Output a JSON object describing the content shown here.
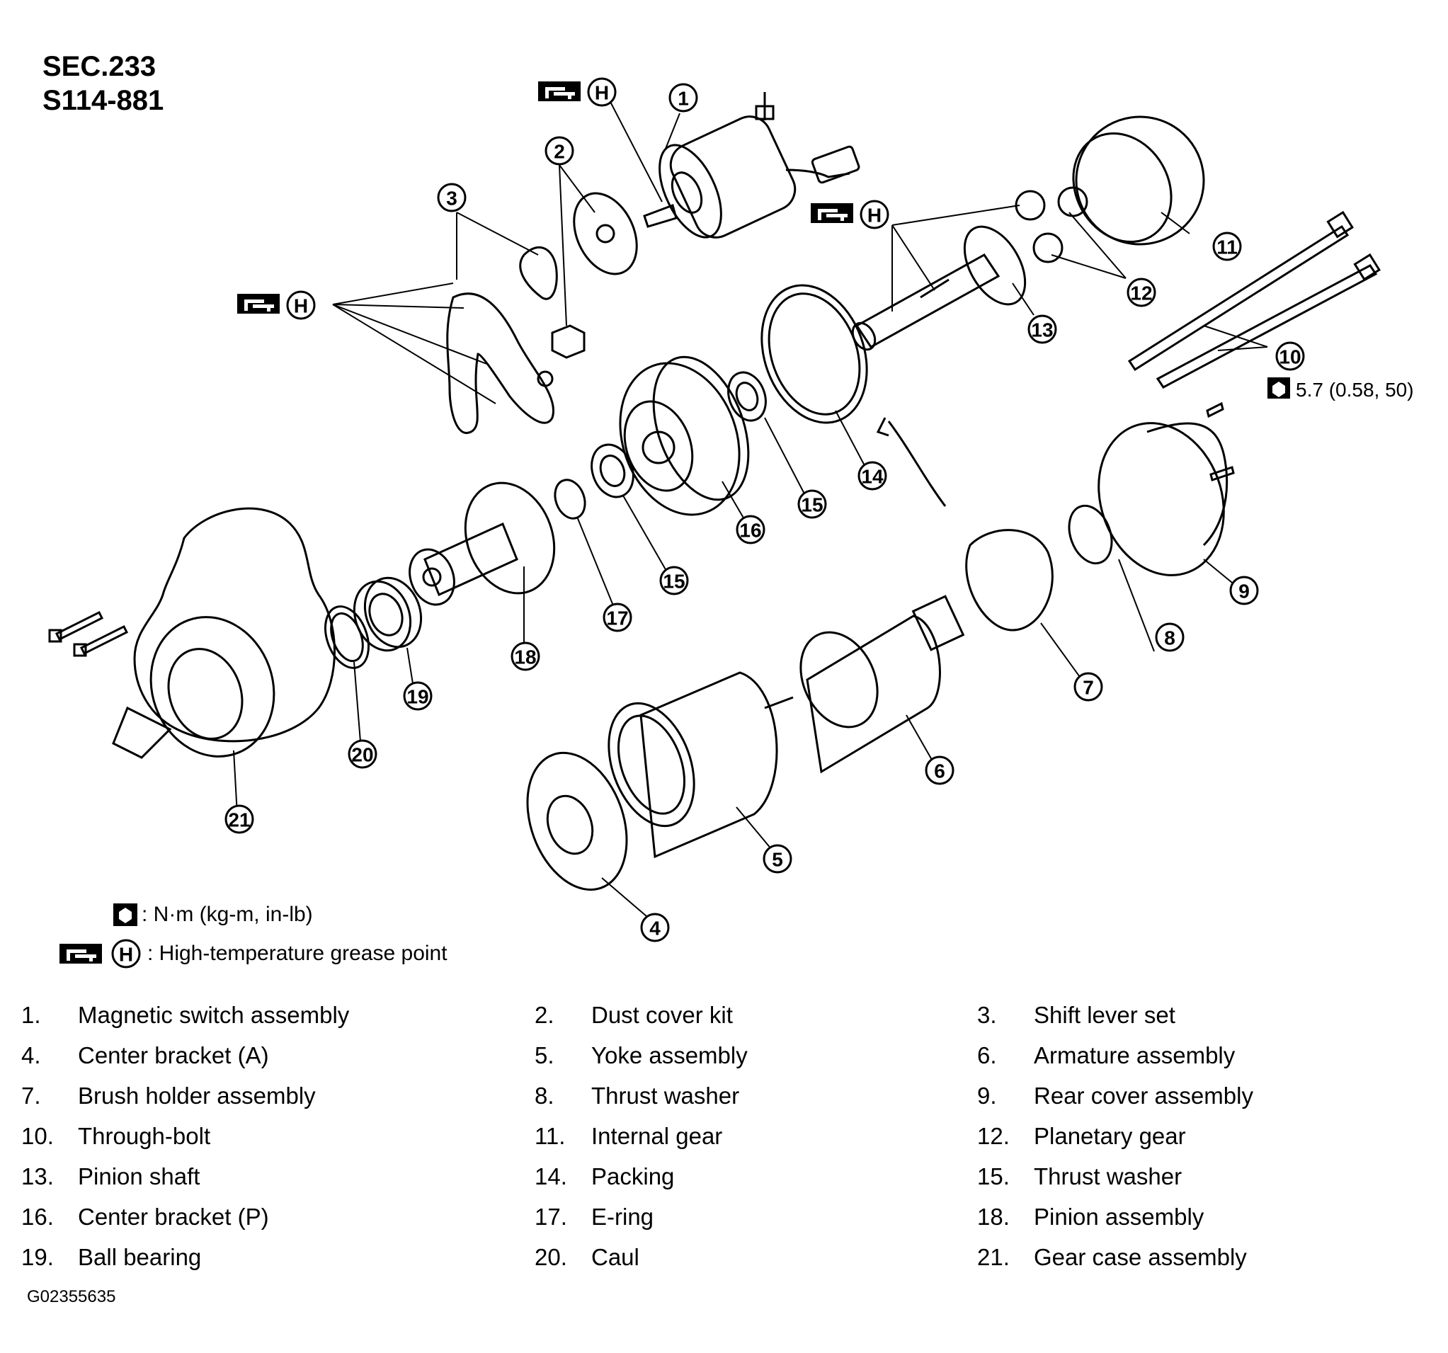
{
  "header": {
    "section": "SEC.233",
    "model": "S114-881"
  },
  "grease_symbol_letter": "H",
  "torque_value": "5.7 (0.58, 50)",
  "legend": {
    "torque_unit": ": N·m (kg-m, in-lb)",
    "grease": ": High-temperature grease point"
  },
  "callouts": [
    "1",
    "2",
    "3",
    "4",
    "5",
    "6",
    "7",
    "8",
    "9",
    "10",
    "11",
    "12",
    "13",
    "14",
    "15",
    "15",
    "16",
    "17",
    "18",
    "19",
    "20",
    "21"
  ],
  "parts": [
    {
      "num": "1.",
      "name": "Magnetic switch assembly"
    },
    {
      "num": "2.",
      "name": "Dust cover kit"
    },
    {
      "num": "3.",
      "name": "Shift lever set"
    },
    {
      "num": "4.",
      "name": "Center bracket (A)"
    },
    {
      "num": "5.",
      "name": "Yoke assembly"
    },
    {
      "num": "6.",
      "name": "Armature assembly"
    },
    {
      "num": "7.",
      "name": "Brush holder assembly"
    },
    {
      "num": "8.",
      "name": "Thrust washer"
    },
    {
      "num": "9.",
      "name": "Rear cover assembly"
    },
    {
      "num": "10.",
      "name": "Through-bolt"
    },
    {
      "num": "11.",
      "name": "Internal gear"
    },
    {
      "num": "12.",
      "name": "Planetary gear"
    },
    {
      "num": "13.",
      "name": "Pinion shaft"
    },
    {
      "num": "14.",
      "name": "Packing"
    },
    {
      "num": "15.",
      "name": "Thrust washer"
    },
    {
      "num": "16.",
      "name": "Center bracket (P)"
    },
    {
      "num": "17.",
      "name": "E-ring"
    },
    {
      "num": "18.",
      "name": "Pinion assembly"
    },
    {
      "num": "19.",
      "name": "Ball bearing"
    },
    {
      "num": "20.",
      "name": "Caul"
    },
    {
      "num": "21.",
      "name": "Gear case assembly"
    }
  ],
  "figure_code": "G02355635"
}
